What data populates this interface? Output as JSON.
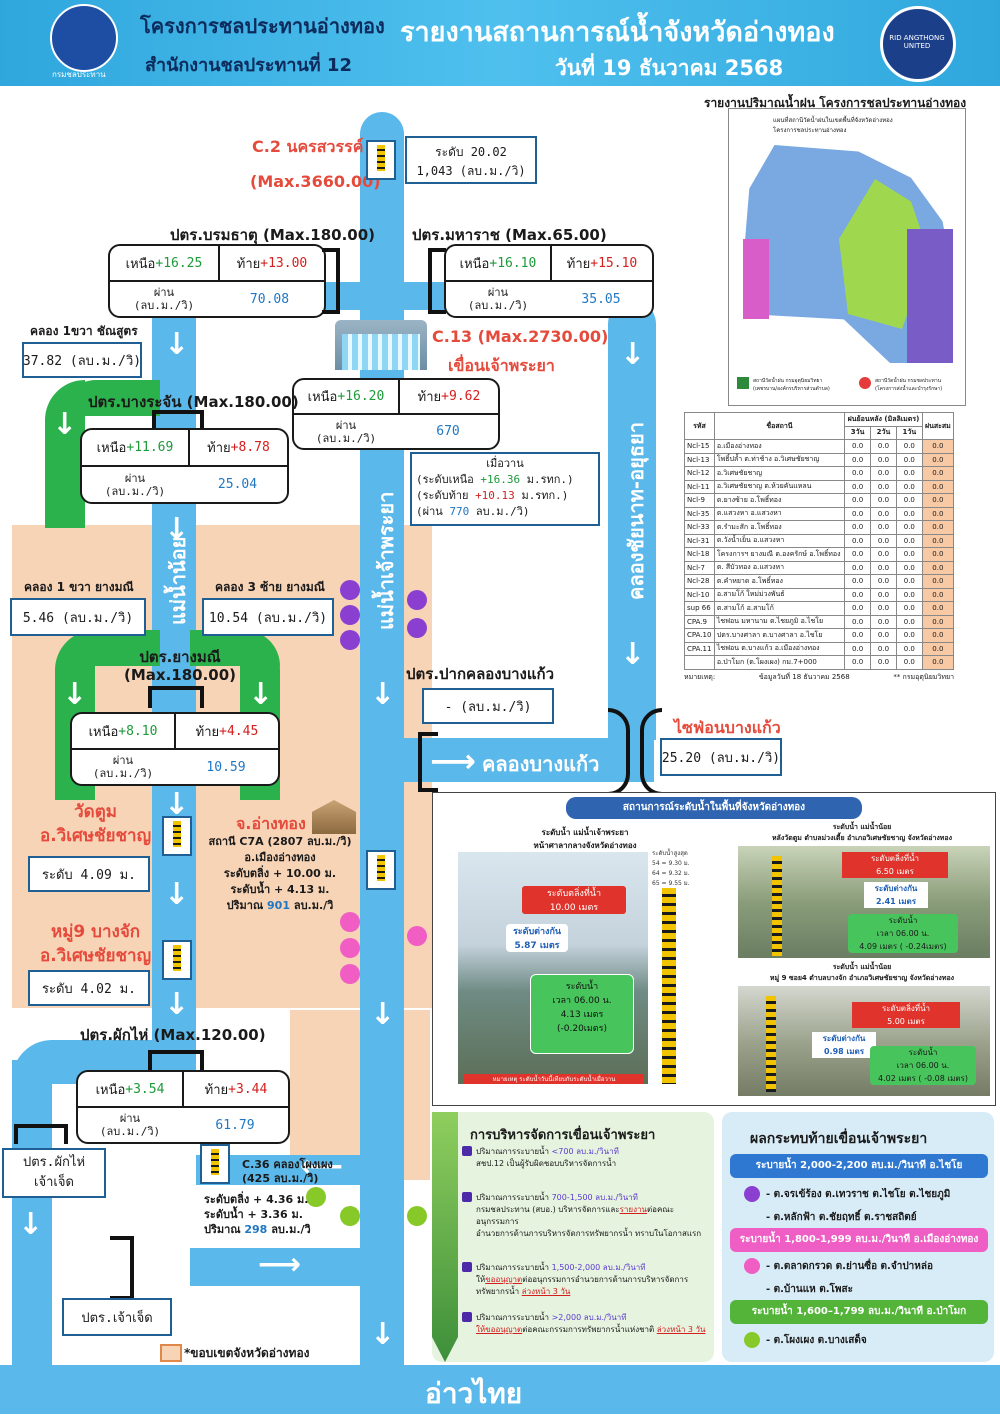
{
  "header": {
    "org_line1": "โครงการชลประทานอ่างทอง",
    "org_line2": "สำนักงานชลประทานที่ 12",
    "title": "รายงานสถานการณ์น้ำจังหวัดอ่างทอง",
    "date": "วันที่  19  ธันวาคม  2568",
    "left_logo_text": "กรมชลประทาน",
    "right_logo_text": "RID ANGTHONG UNITED"
  },
  "c2": {
    "title": "C.2 นครสวรรค์",
    "max": "(Max.3660.00)",
    "level": "ระดับ 20.02",
    "flow": "1,043 (ลบ.ม./วิ)"
  },
  "borommathat": {
    "title": "ปตร.บรมธาตุ (Max.180.00)",
    "upper_label": "เหนือ",
    "upper": "+16.25",
    "lower_label": "ท้าย",
    "lower": "+13.00",
    "pass_label": "ผ่าน\n(ลบ.ม./วิ)",
    "pass": "70.08"
  },
  "maharat": {
    "title": "ปตร.มหาราช (Max.65.00)",
    "upper_label": "เหนือ",
    "upper": "+16.10",
    "lower_label": "ท้าย",
    "lower": "+15.10",
    "pass_label": "ผ่าน\n(ลบ.ม./วิ)",
    "pass": "35.05"
  },
  "khlong_chansut": {
    "label": "คลอง 1ขวา ชัณสูตร",
    "value": "37.82  (ลบ.ม./วิ)"
  },
  "c13": {
    "title": "C.13 (Max.2730.00)",
    "dam": "เขื่อนเจ้าพระยา",
    "upper_label": "เหนือ",
    "upper": "+16.20",
    "lower_label": "ท้าย",
    "lower": "+9.62",
    "pass_label": "ผ่าน\n(ลบ.ม./วิ)",
    "pass": "670"
  },
  "yesterday": {
    "title": "เมื่อวาน",
    "upper_label": "(ระดับเหนือ",
    "upper": "+16.36",
    "upper_unit": "ม.รทก.)",
    "lower_label": "(ระดับท้าย ",
    "lower": "+10.13",
    "lower_unit": "ม.รทก.)",
    "pass_label": "(ผ่าน",
    "pass": "770",
    "pass_unit": "ลบ.ม./วิ)"
  },
  "bangrachan": {
    "title": "ปตร.บางระจัน (Max.180.00)",
    "upper_label": "เหนือ",
    "upper": "+11.69",
    "lower_label": "ท้าย",
    "lower": "+8.78",
    "pass_label": "ผ่าน\n(ลบ.ม./วิ)",
    "pass": "25.04"
  },
  "rivers": {
    "noi": "แม่น้ำน้อย",
    "chaophraya": "แม่น้ำเจ้าพระยา",
    "chainat_ayutthaya": "คลองชัยนาท-อยุธยา",
    "bangkaeo": "คลองบางแก้ว",
    "gulf": "อ่าวไทย"
  },
  "khlong1_khwa": {
    "label": "คลอง 1 ขวา ยางมณี",
    "value": "5.46  (ลบ.ม./วิ)"
  },
  "khlong3_sai": {
    "label": "คลอง 3 ซ้าย ยางมณี",
    "value": "10.54  (ลบ.ม./วิ)"
  },
  "yangmani": {
    "title": "ปตร.ยางมณี\n(Max.180.00)",
    "upper_label": "เหนือ",
    "upper": "+8.10",
    "lower_label": "ท้าย",
    "lower": "+4.45",
    "pass_label": "ผ่าน\n(ลบ.ม./วิ)",
    "pass": "10.59"
  },
  "pak_bangkaeo": {
    "title": "ปตร.ปากคลองบางแก้ว",
    "value": "-  (ลบ.ม./วิ)"
  },
  "siphon": {
    "title": "ไซฟ่อนบางแก้ว",
    "value": "25.20  (ลบ.ม./วิ)"
  },
  "wattum": {
    "title": "วัดตูม\nอ.วิเศษชัยชาญ",
    "value": "ระดับ  4.09  ม."
  },
  "angthong_station": {
    "title": "จ.อ่างทอง",
    "line1": "สถานี C7A (2807 ลบ.ม./วิ)",
    "line2": "อ.เมืองอ่างทอง",
    "line3": "ระดับตลิ่ง + 10.00 ม.",
    "line4": "ระดับน้ำ + 4.13 ม.",
    "line5_label": "ปริมาณ",
    "line5_value": "901",
    "line5_unit": "ลบ.ม./วิ"
  },
  "moo9": {
    "title": "หมู่9 บางจัก\nอ.วิเศษชัยชาญ",
    "value": "ระดับ  4.02  ม."
  },
  "phakhai": {
    "title": "ปตร.ผักไห่ (Max.120.00)",
    "upper_label": "เหนือ",
    "upper": "+3.54",
    "lower_label": "ท้าย",
    "lower": "+3.44",
    "pass_label": "ผ่าน\n(ลบ.ม./วิ)",
    "pass": "61.79"
  },
  "phakhai_chaochet": {
    "label": "ปตร.ผักไห่\nเจ้าเจ็ด"
  },
  "c36": {
    "title": "C.36 คลองโผงเผง\n(425 ลบ.ม./วิ)",
    "line1": "ระดับตลิ่ง + 4.36 ม.",
    "line2": "ระดับน้ำ + 3.36 ม.",
    "line3_label": "ปริมาณ",
    "line3_value": "298",
    "line3_unit": "ลบ.ม./วิ"
  },
  "chaochet": {
    "label": "ปตร.เจ้าเจ็ด"
  },
  "legend": {
    "boundary": "*ขอบเขตจังหวัดอ่างทอง"
  },
  "rain": {
    "title": "รายงานปริมาณน้ำฝน โครงการชลประทานอ่างทอง",
    "map_title": "แผนที่สถานีวัดน้ำฝนในเขตพื้นที่จังหวัดอ่างทอง\nโครงการชลประทานอ่างทอง",
    "map_legend1": "สถานีวัดน้ำฝน กรมอุตุนิยมวิทยา\n(เพชรบาน/องค์กรบริหารส่วนตำบล)",
    "map_legend2": "สถานีวัดน้ำฝน กรมชลประทาน\n(โครงการส่งน้ำและบำรุงรักษา)",
    "head_code": "รหัส",
    "head_name": "ชื่อสถานี",
    "head_group": "ฝนย้อนหลัง (มิลลิเมตร)",
    "head_d3": "3วัน",
    "head_d2": "2วัน",
    "head_d1": "1วัน",
    "head_acc": "ฝนสะสม",
    "rows": [
      [
        "Ncl-15",
        "อ.เมืองอ่างทอง",
        "0.0",
        "0.0",
        "0.0",
        "0.0"
      ],
      [
        "Ncl-13",
        "โพธิ์ปล้ำ ต.ท่าช้าง อ.วิเศษชัยชาญ",
        "0.0",
        "0.0",
        "0.0",
        "0.0"
      ],
      [
        "Ncl-12",
        "อ.วิเศษชัยชาญ",
        "0.0",
        "0.0",
        "0.0",
        "0.0"
      ],
      [
        "Ncl-11",
        "อ.วิเศษชัยชาญ ต.ห้วยคันแหลน",
        "0.0",
        "0.0",
        "0.0",
        "0.0"
      ],
      [
        "Ncl-9",
        "ต.ยางซ้าย อ.โพธิ์ทอง",
        "0.0",
        "0.0",
        "0.0",
        "0.0"
      ],
      [
        "Ncl-35",
        "ต.แสวงหา อ.แสวงหา",
        "0.0",
        "0.0",
        "0.0",
        "0.0"
      ],
      [
        "Ncl-33",
        "ต.รำมะสัก อ.โพธิ์ทอง",
        "0.0",
        "0.0",
        "0.0",
        "0.0"
      ],
      [
        "Ncl-31",
        "ต.วังน้ำเย็น อ.แสวงหา",
        "0.0",
        "0.0",
        "0.0",
        "0.0"
      ],
      [
        "Ncl-18",
        "โครงการฯ ยางมณี ต.องครักษ์ อ.โพธิ์ทอง",
        "0.0",
        "0.0",
        "0.0",
        "0.0"
      ],
      [
        "Ncl-7",
        "ต. สีบัวทอง อ.แสวงหา",
        "0.0",
        "0.0",
        "0.0",
        "0.0"
      ],
      [
        "Ncl-28",
        "ต.คำหยาด อ.โพธิ์ทอง",
        "0.0",
        "0.0",
        "0.0",
        "0.0"
      ],
      [
        "Ncl-10",
        "อ.สามโก้ ใหม่ม่วงพันธ์",
        "0.0",
        "0.0",
        "0.0",
        "0.0"
      ],
      [
        "sup 66",
        "ต.สามโก้ อ.สามโก้",
        "0.0",
        "0.0",
        "0.0",
        "0.0"
      ],
      [
        "CPA.9",
        "ไชฟอน มหานาม ต.ไชยภูมิ อ.ไชโย",
        "0.0",
        "0.0",
        "0.0",
        "0.0"
      ],
      [
        "CPA.10",
        "ปตร.บางศาลา ต.บางศาลา อ.ไชโย",
        "0.0",
        "0.0",
        "0.0",
        "0.0"
      ],
      [
        "CPA.11",
        "ไชฟอน ต.บางแก้ว อ.เมืองอ่างทอง",
        "0.0",
        "0.0",
        "0.0",
        "0.0"
      ],
      [
        "",
        "อ.ป่าโมก (ต.โผงเผง) กม.7+000",
        "0.0",
        "0.0",
        "0.0",
        "0.0"
      ]
    ],
    "note_left": "หมายเหตุ:",
    "note_mid": "ข้อมูลวันที่      18 ธันวาคม 2568",
    "note_right": "** กรมอุตุนิยมวิทยา"
  },
  "level_panel": {
    "title": "สถานการณ์ระดับน้ำในพื้นที่จังหวัดอ่างทอง",
    "left_head": "ระดับน้ำ แม่น้ำเจ้าพระยา\nหน้าศาลากลางจังหวัดอ่างทอง",
    "left_bank": "ระดับตลิ่งที่น้ำ\n10.00 เมตร",
    "left_diff": "ระดับต่างกัน\n5.87 เมตร",
    "left_water": "ระดับน้ำ\nเวลา 06.00 น.\n4.13  เมตร\n(-0.20เมตร)",
    "left_scale": "ระดับน้ำสูงสุด\n54 = 9.30 ม.\n64 = 9.32 ม.\n65 = 9.55 ม.",
    "left_note": "หมายเหตุ ระดับน้ำวันนี้เทียบกับระดับน้ำเมื่อวาน",
    "r1_head": "ระดับน้ำ แม่น้ำน้อย\nหลังวัดตูม ตำบลม่วงเตี้ย อำเภอวิเศษชัยชาญ จังหวัดอ่างทอง",
    "r1_bank": "ระดับตลิ่งที่น้ำ\n6.50 เมตร",
    "r1_diff": "ระดับต่างกัน\n2.41 เมตร",
    "r1_water": "ระดับน้ำ\nเวลา 06.00 น.\n4.09 เมตร  ( -0.24เมตร)",
    "r2_head": "ระดับน้ำ แม่น้ำน้อย\nหมู่ 9 ซอย4 ตำบลบางจัก อำเภอวิเศษชัยชาญ จังหวัดอ่างทอง",
    "r2_bank": "ระดับตลิ่งที่น้ำ\n5.00 เมตร",
    "r2_diff": "ระดับต่างกัน\n0.98 เมตร",
    "r2_water": "ระดับน้ำ\nเวลา 06.00 น.\n4.02 เมตร  ( -0.08 เมตร)"
  },
  "management": {
    "title": "การบริหารจัดการเขื่อนเจ้าพระยา",
    "i1_head": "ปริมาณการระบายน้ำ",
    "i1_range": "<700 ลบ.ม./วินาที",
    "i1_body": "สชป.12 เป็นผู้รับผิดชอบบริหารจัดการน้ำ",
    "i2_head": "ปริมาณการระบายน้ำ",
    "i2_range": "700-1,500 ลบ.ม./วินาที",
    "i2_body_a": "กรมชลประทาน (สบอ.) บริหารจัดการและ",
    "i2_body_red": "รายงาน",
    "i2_body_b": "ต่อคณะอนุกรรมการ",
    "i2_body_c": "อำนวยการด้านการบริหารจัดการทรัพยากรน้ำ ทราบในโอกาสแรก",
    "i3_head": "ปริมาณการระบายน้ำ",
    "i3_range": "1,500-2,000 ลบ.ม./วินาที",
    "i3_body_a": "ให้",
    "i3_body_red": "ขออนุญาต",
    "i3_body_b": "ต่ออนุกรรมการอำนวยการด้านการบริหารจัดการ",
    "i3_body_c": "ทรัพยากรน้ำ ",
    "i3_body_under": "ล่วงหน้า 3 วัน",
    "i4_head": "ปริมาณการระบายน้ำ",
    "i4_range": ">2,000 ลบ.ม./วินาที",
    "i4_body_red": "ให้ขออนุญาต",
    "i4_body_b": "ต่อคณะกรรมการทรัพยากรน้ำแห่งชาติ ",
    "i4_body_under": "ล่วงหน้า 3 วัน"
  },
  "impact": {
    "title": "ผลกระทบท้ายเขื่อนเจ้าพระยา",
    "band1": "ระบายน้ำ 2,000-2,200 ลบ.ม./วินาที   อ.ไชโย",
    "band1_a": "- ต.จรเข้ร้อง ต.เทวราช ต.ไชโย ต.ไชยภูมิ",
    "band1_b": "- ต.หลักฟ้า ต.ชัยฤทธิ์ ต.ราชสถิตย์",
    "band2": "ระบายน้ำ 1,800-1,999 ลบ.ม./วินาที อ.เมืองอ่างทอง",
    "band2_a": "- ต.ตลาดกรวด ต.ย่านซื่อ ต.จำปาหล่อ",
    "band2_b": "- ต.บ้านแห ต.โพสะ",
    "band3": "ระบายน้ำ 1,600–1,799 ลบ.ม./วินาที   อ.ป่าโมก",
    "band3_a": "- ต.โผงเผง ต.บางเสด็จ"
  },
  "colors": {
    "river": "#5bb8ea",
    "zone": "#f8d4b7",
    "green": "#2bb24c",
    "purple": "#8a3fd1",
    "pink": "#f05dc3",
    "lime": "#88c92a",
    "red": "#e54b3c"
  }
}
